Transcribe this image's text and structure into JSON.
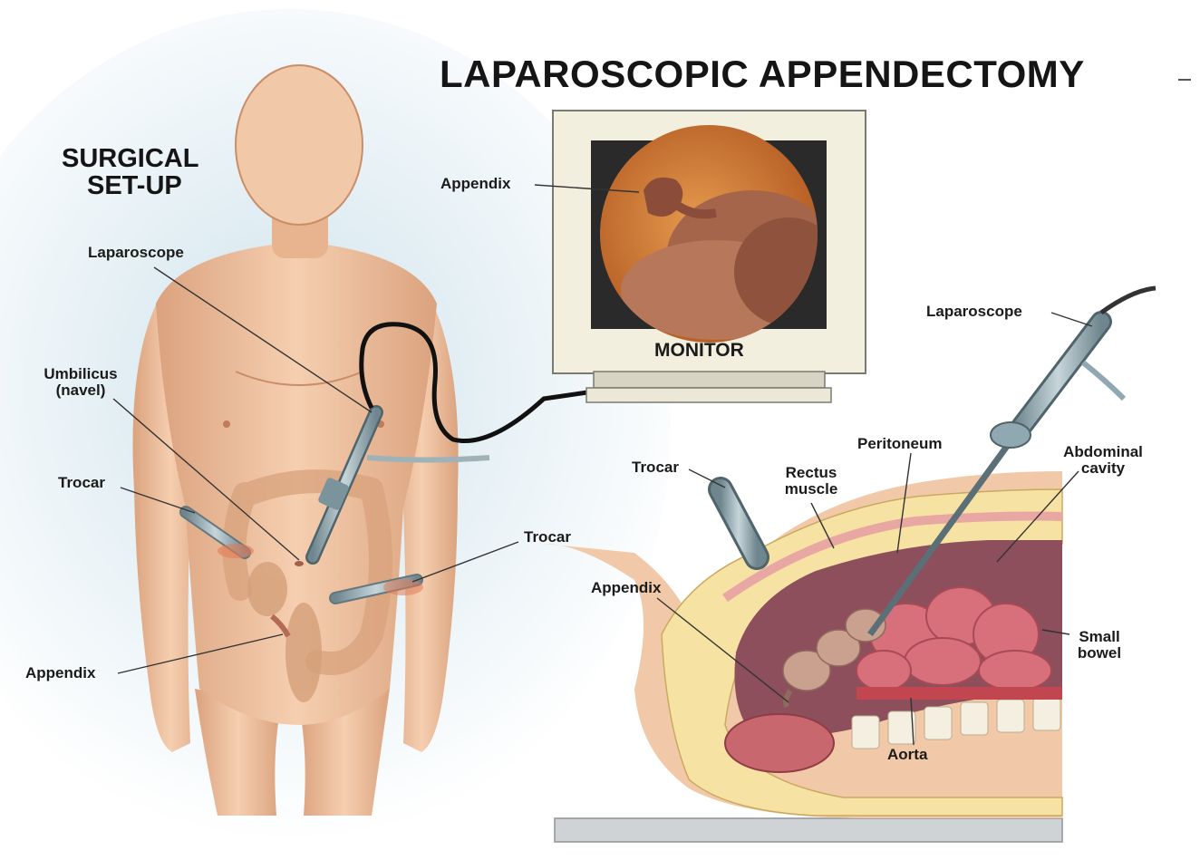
{
  "title": "LAPAROSCOPIC APPENDECTOMY",
  "setup": {
    "heading_line1": "SURGICAL",
    "heading_line2": "SET-UP",
    "labels": {
      "laparoscope": "Laparoscope",
      "umbilicus_line1": "Umbilicus",
      "umbilicus_line2": "(navel)",
      "trocar_left": "Trocar",
      "trocar_right": "Trocar",
      "appendix": "Appendix"
    }
  },
  "monitor": {
    "caption": "MONITOR",
    "appendix_label": "Appendix"
  },
  "cross_section": {
    "labels": {
      "laparoscope": "Laparoscope",
      "trocar": "Trocar",
      "rectus_line1": "Rectus",
      "rectus_line2": "muscle",
      "peritoneum": "Peritoneum",
      "abdominal_line1": "Abdominal",
      "abdominal_line2": "cavity",
      "appendix": "Appendix",
      "small_bowel_line1": "Small",
      "small_bowel_line2": "bowel",
      "aorta": "Aorta"
    }
  },
  "colors": {
    "skin": "#f2c9a8",
    "skin_shadow": "#d9a07c",
    "background_glow": "#cfe3ec",
    "monitor_frame": "#f3efdf",
    "abdominal_wall": "#f6e3a4",
    "cavity": "#8c4f5b",
    "bowel": "#d7707a",
    "instrument": "#8fa8b1"
  }
}
